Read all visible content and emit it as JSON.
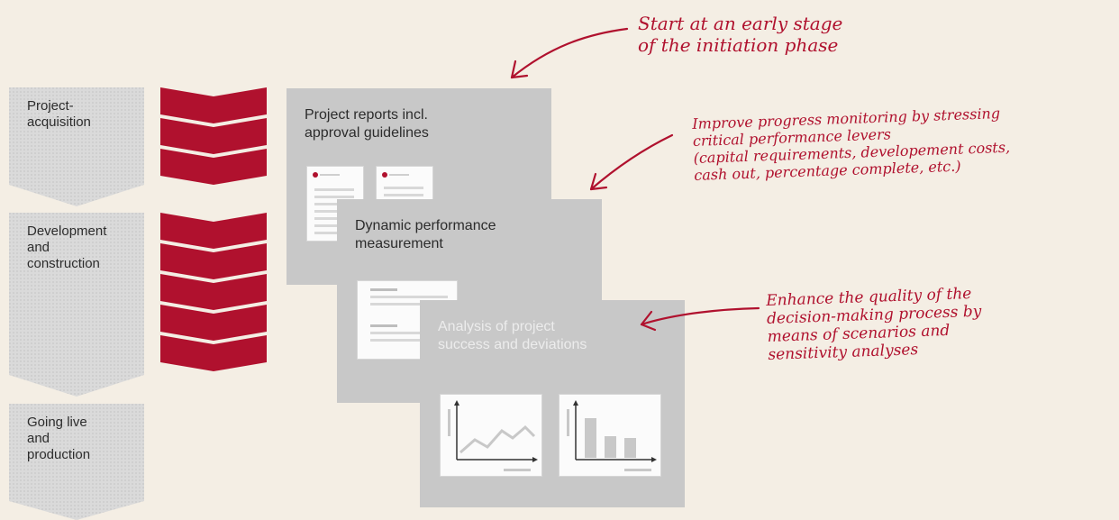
{
  "phases": [
    {
      "label": "Project-\nacquisition"
    },
    {
      "label": "Development\nand\nconstruction"
    },
    {
      "label": "Going live\nand\nproduction"
    }
  ],
  "cards": [
    {
      "title": "Project reports incl.\napproval guidelines"
    },
    {
      "title": "Dynamic performance\nmeasurement"
    },
    {
      "title": "Analysis of project\nsuccess and deviations"
    }
  ],
  "notes": [
    {
      "text": "Start at an early stage\nof the initiation phase"
    },
    {
      "text": "Improve progress monitoring by stressing\ncritical performance levers\n(capital requirements, developement costs,\ncash out, percentage complete, etc.)"
    },
    {
      "text": "Enhance the quality of the\ndecision-making process by\nmeans of scenarios and\nsensitivity analyses"
    }
  ],
  "colors": {
    "background": "#f4eee4",
    "chevron_red": "#b0112e",
    "card_gray": "#c8c8c8",
    "phase_gray": "#d9d9d9",
    "handwriting": "#b0112e"
  }
}
